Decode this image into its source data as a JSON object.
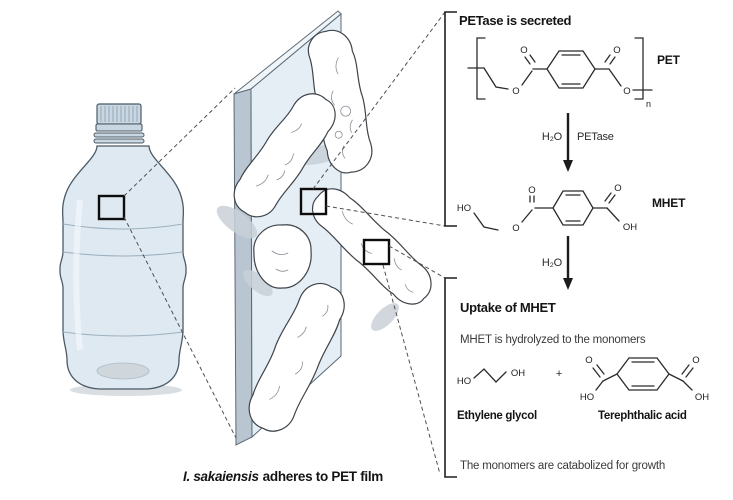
{
  "colors": {
    "bottle_body": "#dfe9f1",
    "bottle_cap": "#c9d7e2",
    "film_front": "#e6eef5",
    "film_side": "#b9c6d2",
    "film_top": "#f0f5f9",
    "bacteria_fill": "#ffffff",
    "shadow": "#c9d1d8",
    "ground_shadow": "#d9dee2",
    "outline": "#4b5a66",
    "ink": "#1f1f1f"
  },
  "left_panel": {
    "caption": {
      "species": "I. sakaiensis",
      "rest": "adheres to PET film"
    }
  },
  "pathway": {
    "step1_heading": "PETase is secreted",
    "pet_label": "PET",
    "repeat_subscript": "n",
    "reaction1": {
      "water": "H₂O",
      "enzyme": "PETase"
    },
    "mhet_label": "MHET",
    "reaction2": {
      "water": "H₂O"
    },
    "step2_heading": "Uptake of MHET",
    "hydrolysis_text": "MHET is hydrolyzed to the monomers",
    "plus_sign": "+",
    "ethylene_glycol_label": "Ethylene glycol",
    "terephthalic_acid_label": "Terephthalic acid",
    "catabolism_text": "The monomers are catabolized for growth"
  },
  "atoms": {
    "O": "O",
    "HO": "HO",
    "OH": "OH"
  }
}
